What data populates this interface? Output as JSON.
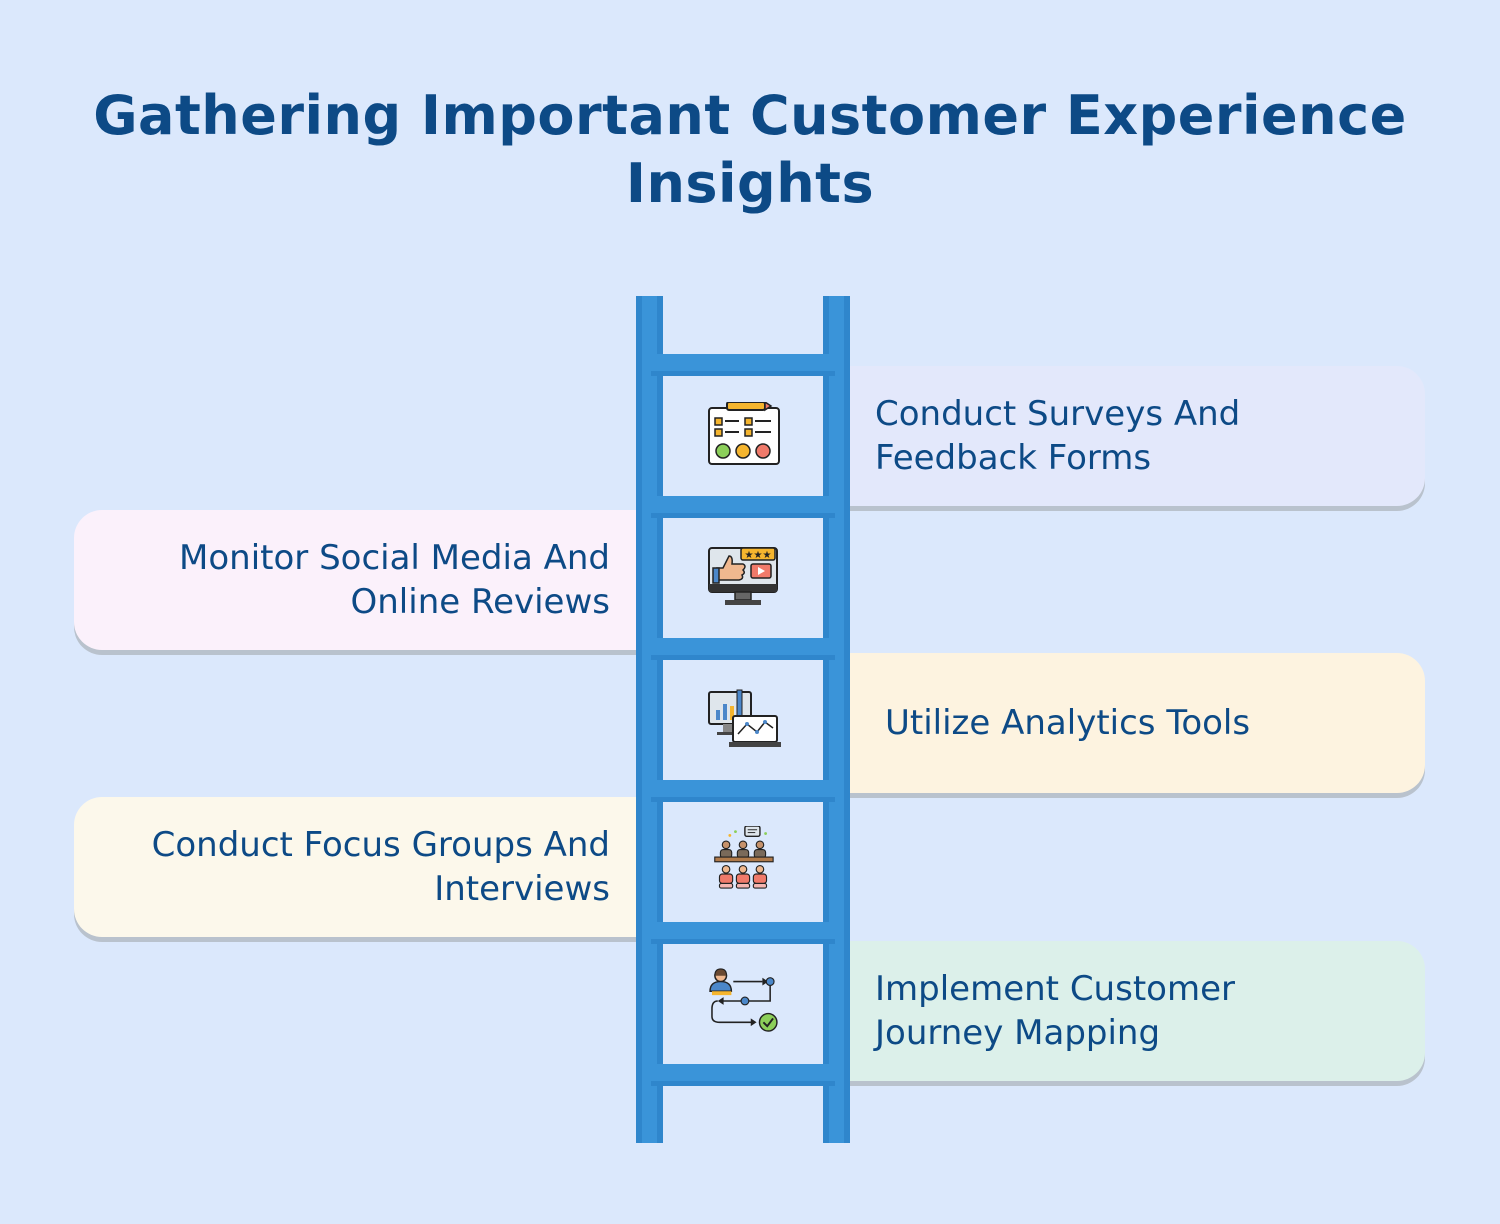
{
  "title": {
    "line1": "Gathering Important Customer Experience",
    "line2": "Insights"
  },
  "steps": [
    {
      "line1": "Conduct Surveys And",
      "line2": "Feedback Forms",
      "side": "right",
      "icon": "survey-form-icon"
    },
    {
      "line1": "Monitor Social Media And",
      "line2": "Online Reviews",
      "side": "left",
      "icon": "social-review-monitor-icon"
    },
    {
      "line1": "Utilize Analytics Tools",
      "line2": "",
      "side": "right",
      "icon": "analytics-dashboard-icon"
    },
    {
      "line1": "Conduct Focus Groups And",
      "line2": "Interviews",
      "side": "left",
      "icon": "focus-group-icon"
    },
    {
      "line1": "Implement Customer",
      "line2": "Journey Mapping",
      "side": "right",
      "icon": "journey-map-icon"
    }
  ],
  "colors": {
    "background": "#dbe8fc",
    "title": "#0d4a86",
    "ladder": "#3a94d9",
    "card_colors": [
      "#e3e8fb",
      "#fbf1fb",
      "#fdf3e0",
      "#fcf8eb",
      "#dcf0ea"
    ]
  }
}
